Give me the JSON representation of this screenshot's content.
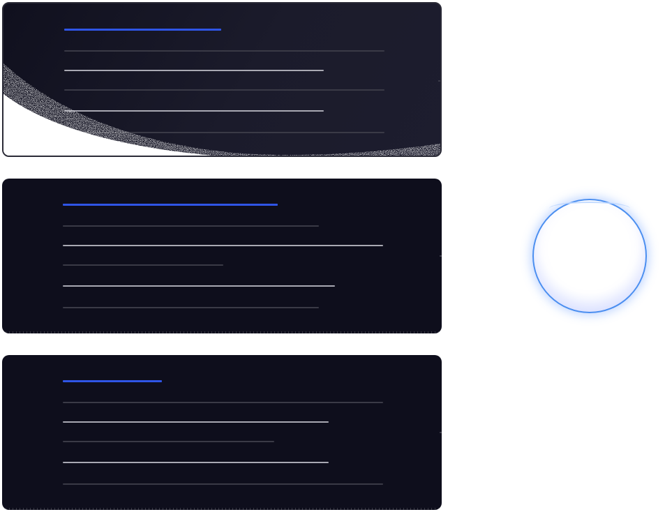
{
  "cards": [
    {
      "bars": [
        {
          "kind": "accent",
          "fraction": 0.49
        },
        {
          "kind": "dim",
          "fraction": 1.0
        },
        {
          "kind": "bright",
          "fraction": 0.81
        },
        {
          "kind": "dim",
          "fraction": 1.0
        },
        {
          "kind": "bright",
          "fraction": 0.81
        },
        {
          "kind": "dim",
          "fraction": 1.0
        }
      ]
    },
    {
      "bars": [
        {
          "kind": "accent",
          "fraction": 0.67
        },
        {
          "kind": "dim",
          "fraction": 0.8
        },
        {
          "kind": "bright",
          "fraction": 1.0
        },
        {
          "kind": "dim",
          "fraction": 0.5
        },
        {
          "kind": "bright",
          "fraction": 0.85
        },
        {
          "kind": "dim",
          "fraction": 0.8
        }
      ]
    },
    {
      "bars": [
        {
          "kind": "accent",
          "fraction": 0.31
        },
        {
          "kind": "dim",
          "fraction": 1.0
        },
        {
          "kind": "bright",
          "fraction": 0.83
        },
        {
          "kind": "dim",
          "fraction": 0.66
        },
        {
          "kind": "bright",
          "fraction": 0.83
        },
        {
          "kind": "dim",
          "fraction": 1.0
        }
      ]
    }
  ],
  "colors": {
    "card_background": "#0e0e1c",
    "accent": "#2f55e6",
    "bright_line": "#a9a9b3",
    "dim_line": "#3a3a46",
    "orb_ring": "#4a8ef0"
  },
  "icons": {
    "orb": "glowing-circle-icon"
  }
}
